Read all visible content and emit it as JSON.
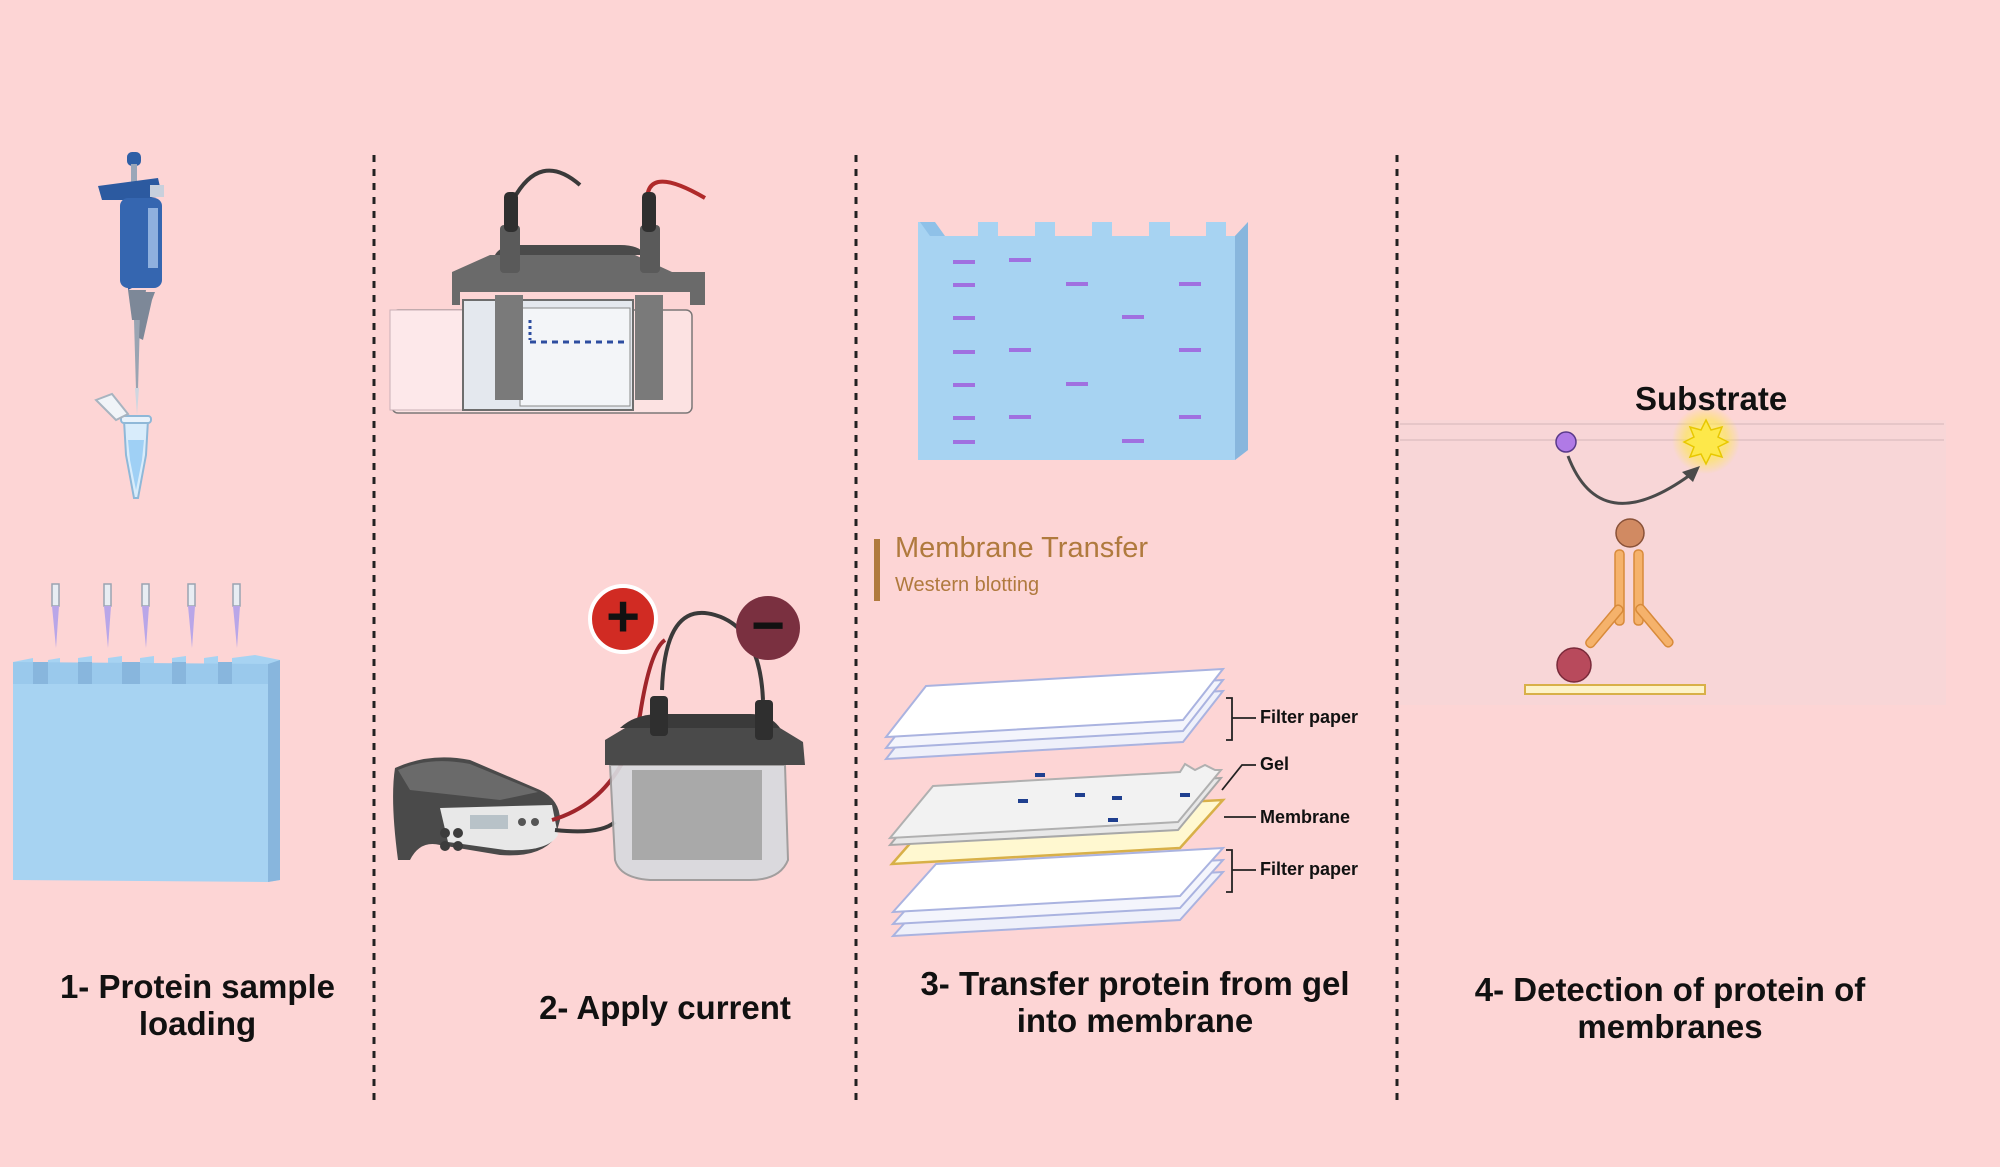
{
  "steps": [
    {
      "label": "1- Protein sample\nloading"
    },
    {
      "label": "2- Apply current"
    },
    {
      "label": "3- Transfer protein from gel\ninto membrane"
    },
    {
      "label": "4- Detection of protein of\nmembranes"
    }
  ],
  "transfer": {
    "title": "Membrane Transfer",
    "subtitle": "Western blotting"
  },
  "stack_labels": {
    "filter_top": "Filter paper",
    "gel": "Gel",
    "membrane": "Membrane",
    "filter_bottom": "Filter paper"
  },
  "detection": {
    "substrate": "Substrate"
  },
  "power": {
    "positive": "+",
    "negative": "−"
  },
  "colors": {
    "background": "#fdd5d5",
    "gel": "#a7d3f2",
    "band": "#a070e0",
    "accent": "#b07a3e",
    "antibody": "#f5b26b"
  }
}
